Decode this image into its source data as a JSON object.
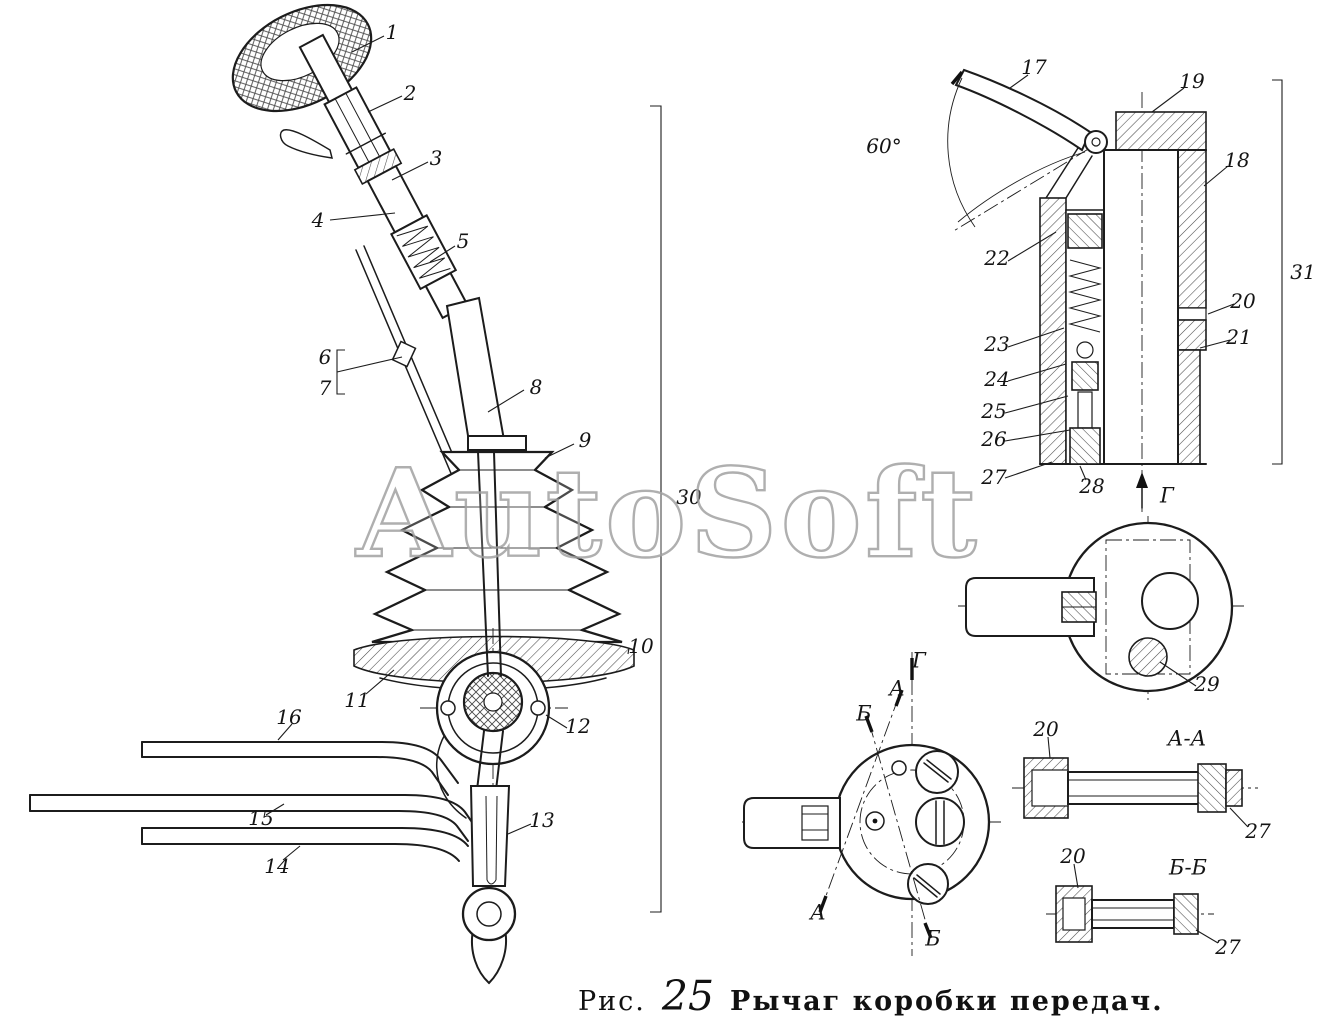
{
  "watermark": "AutoSoft",
  "caption": {
    "prefix": "Рис.",
    "figure_number": "25",
    "title": "Рычаг коробки передач."
  },
  "colors": {
    "line": "#1c1c1c",
    "watermark_outline": "#a2a2a2",
    "paper": "#ffffff"
  },
  "callouts": [
    {
      "label": "1"
    },
    {
      "label": "2"
    },
    {
      "label": "3"
    },
    {
      "label": "4"
    },
    {
      "label": "5"
    },
    {
      "label": "6"
    },
    {
      "label": "7"
    },
    {
      "label": "8"
    },
    {
      "label": "9"
    },
    {
      "label": "30"
    },
    {
      "label": "10"
    },
    {
      "label": "11"
    },
    {
      "label": "16"
    },
    {
      "label": "12"
    },
    {
      "label": "15"
    },
    {
      "label": "13"
    },
    {
      "label": "14"
    },
    {
      "label": "17"
    },
    {
      "label": "19"
    },
    {
      "label": "60°"
    },
    {
      "label": "18"
    },
    {
      "label": "22"
    },
    {
      "label": "31"
    },
    {
      "label": "20"
    },
    {
      "label": "21"
    },
    {
      "label": "23"
    },
    {
      "label": "24"
    },
    {
      "label": "25"
    },
    {
      "label": "26"
    },
    {
      "label": "27"
    },
    {
      "label": "28"
    },
    {
      "label": "Г"
    },
    {
      "label": "29"
    },
    {
      "label": "Г"
    },
    {
      "label": "А"
    },
    {
      "label": "Б"
    },
    {
      "label": "А"
    },
    {
      "label": "Б"
    },
    {
      "label": "20"
    },
    {
      "label": "А-А"
    },
    {
      "label": "27"
    },
    {
      "label": "20"
    },
    {
      "label": "Б-Б"
    },
    {
      "label": "27"
    }
  ]
}
